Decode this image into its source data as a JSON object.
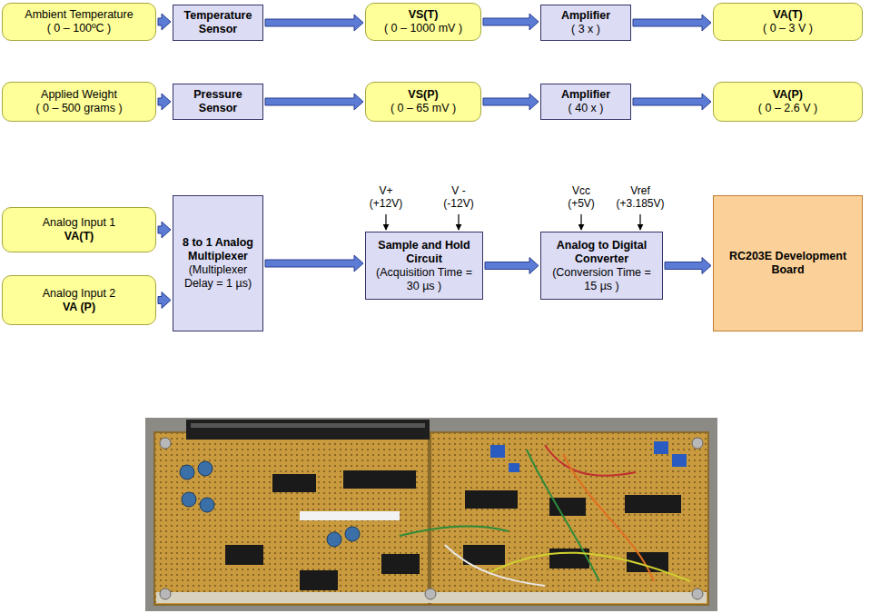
{
  "diagram": {
    "nodes": [
      {
        "text": [
          "Ambient Temperature",
          "( 0 – 100ºC )"
        ]
      },
      {
        "text": [
          "Temperature Sensor"
        ]
      },
      {
        "text": [
          "VS(T)",
          "( 0 – 1000 mV )"
        ]
      },
      {
        "text": [
          "Amplifier",
          "( 3 x )"
        ]
      },
      {
        "text": [
          "VA(T)",
          "( 0 – 3 V )"
        ]
      },
      {
        "text": [
          "Applied Weight",
          "( 0 – 500 grams )"
        ]
      },
      {
        "text": [
          "Pressure Sensor"
        ]
      },
      {
        "text": [
          "VS(P)",
          "( 0 – 65 mV )"
        ]
      },
      {
        "text": [
          "Amplifier",
          "( 40 x )"
        ]
      },
      {
        "text": [
          "VA(P)",
          "( 0 – 2.6 V )"
        ]
      },
      {
        "text": [
          "Analog Input 1",
          "VA(T)"
        ]
      },
      {
        "text": [
          "Analog Input 2",
          "VA (P)"
        ]
      },
      {
        "text": [
          "8 to 1 Analog Multiplexer",
          "(Multiplexer Delay = 1 µs)"
        ]
      },
      {
        "text": [
          "Sample and Hold Circuit",
          "(Acquisition Time = 30 µs )"
        ]
      },
      {
        "text": [
          "Analog to Digital Converter",
          "(Conversion Time = 15 µs )"
        ]
      },
      {
        "text": [
          "RC203E Development Board"
        ]
      }
    ],
    "edges": [
      {
        "from": 0,
        "to": 1,
        "arrow": "to"
      },
      {
        "from": 1,
        "to": 2,
        "arrow": "to"
      },
      {
        "from": 2,
        "to": 3,
        "arrow": "to"
      },
      {
        "from": 3,
        "to": 4,
        "arrow": "to"
      },
      {
        "from": 5,
        "to": 6,
        "arrow": "to"
      },
      {
        "from": 6,
        "to": 7,
        "arrow": "to"
      },
      {
        "from": 7,
        "to": 8,
        "arrow": "to"
      },
      {
        "from": 8,
        "to": 9,
        "arrow": "to"
      },
      {
        "from": 10,
        "to": 12,
        "arrow": "to"
      },
      {
        "from": 11,
        "to": 12,
        "arrow": "to"
      },
      {
        "from": 12,
        "to": 13,
        "arrow": "to"
      },
      {
        "from": 13,
        "to": 14,
        "arrow": "to"
      },
      {
        "from": 14,
        "to": 15,
        "arrow": "to"
      }
    ],
    "labels": [
      "V+ (+12V)",
      "V - (-12V)",
      "Vcc (+5V)",
      "Vref (+3.185V)"
    ]
  }
}
